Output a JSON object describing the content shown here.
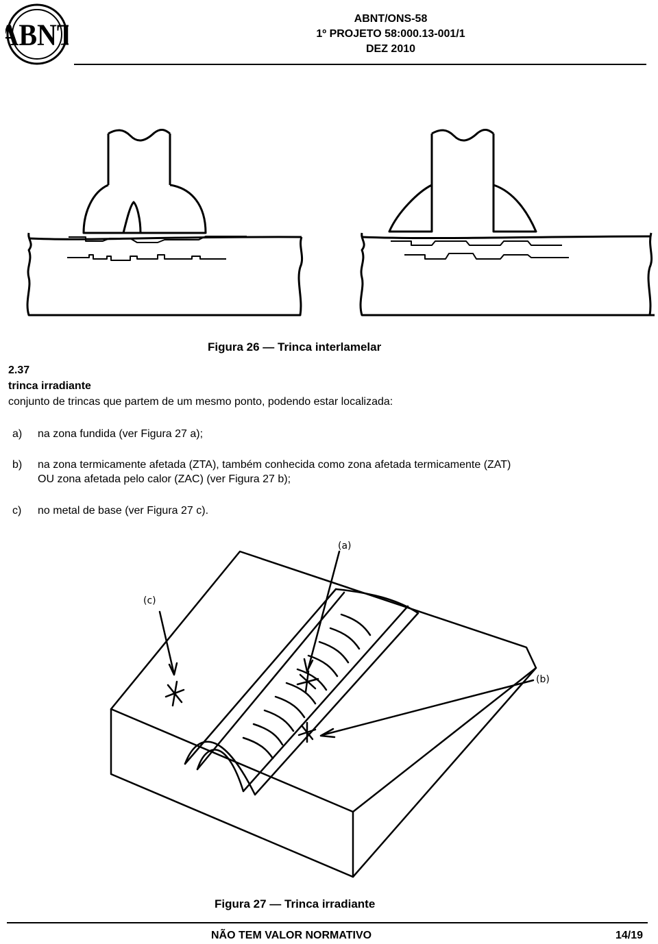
{
  "header": {
    "logo_text": "ABNT",
    "line1": "ABNT/ONS-58",
    "line2": "1º PROJETO 58:000.13-001/1",
    "line3": "DEZ 2010"
  },
  "figure26": {
    "caption": "Figura 26 — Trinca interlamelar"
  },
  "section": {
    "number": "2.37",
    "term": "trinca irradiante",
    "definition": "conjunto de trincas que partem de um mesmo ponto, podendo estar localizada:",
    "items": [
      {
        "marker": "a)",
        "text": "na zona fundida (ver Figura 27 a);"
      },
      {
        "marker": "b)",
        "text": "na zona termicamente afetada (ZTA), também conhecida como zona afetada termicamente (ZAT)",
        "text2": "OU zona afetada pelo calor (ZAC) (ver Figura 27 b);"
      },
      {
        "marker": "c)",
        "text": "no metal de base (ver Figura 27 c)."
      }
    ]
  },
  "figure27": {
    "label_a": "(a)",
    "label_b": "(b)",
    "label_c": "(c)",
    "caption": "Figura 27 — Trinca irradiante"
  },
  "footer": {
    "left": "NÃO TEM VALOR NORMATIVO",
    "right": "14/19"
  }
}
